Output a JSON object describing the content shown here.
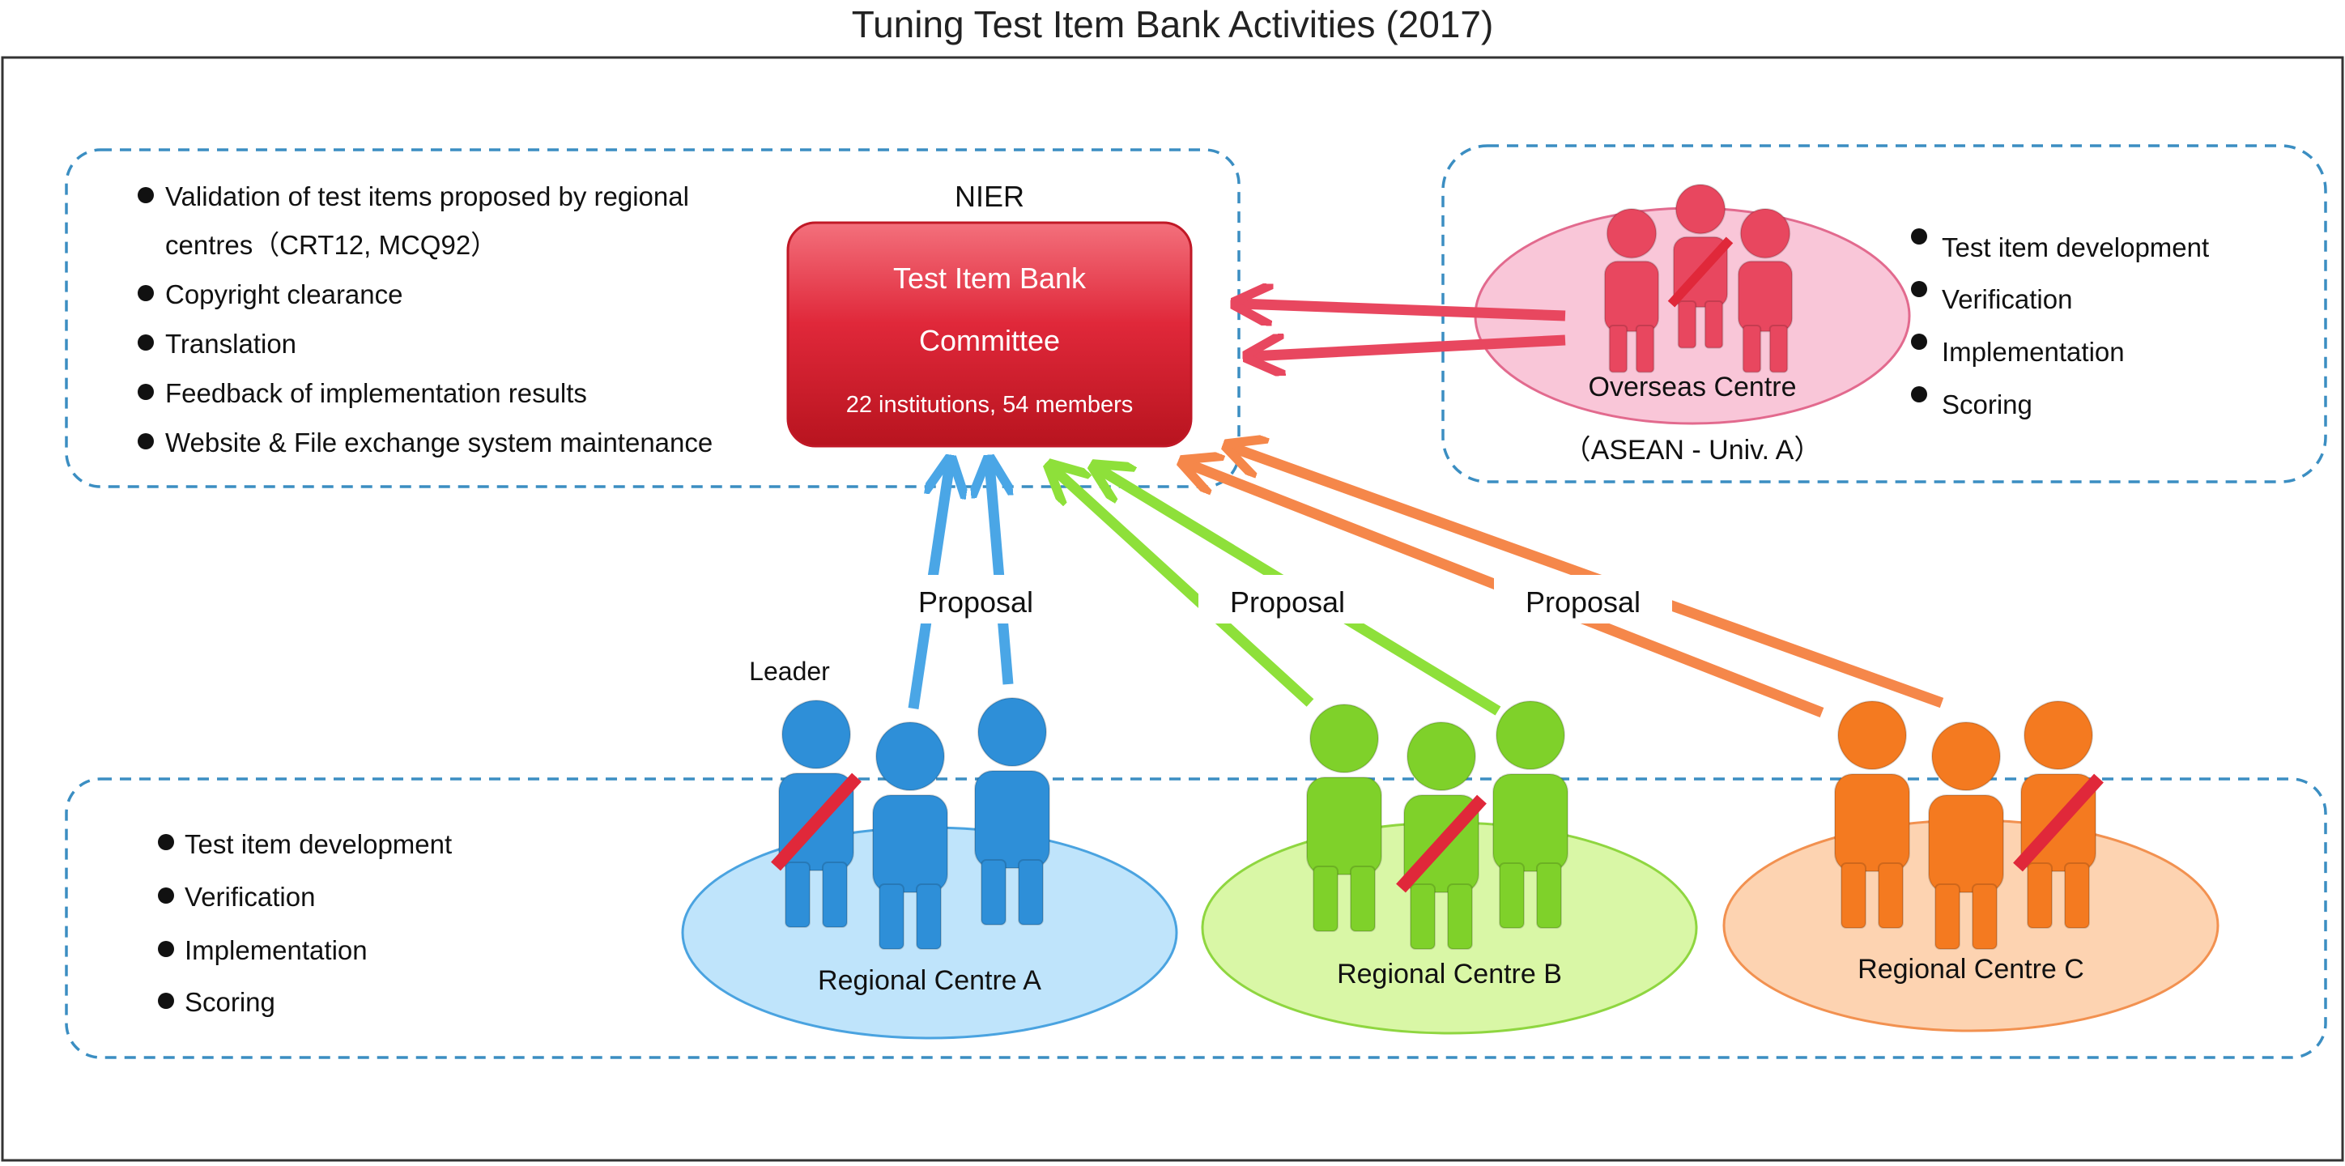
{
  "title": "Tuning Test Item Bank Activities (2017)",
  "nier": {
    "heading": "NIER",
    "committee_line1": "Test Item Bank",
    "committee_line2": "Committee",
    "committee_line3": "22 institutions, 54 members"
  },
  "nier_tasks": [
    "Validation of test items proposed by regional",
    "centres（CRT12, MCQ92）",
    "Copyright clearance",
    "Translation",
    "Feedback of implementation results",
    "Website & File exchange system maintenance"
  ],
  "overseas": {
    "label": "Overseas Centre",
    "sublabel": "（ASEAN - Univ. A）",
    "tasks": [
      "Test item development",
      "Verification",
      "Implementation",
      "Scoring"
    ]
  },
  "regional_tasks": [
    "Test item development",
    "Verification",
    "Implementation",
    "Scoring"
  ],
  "regional_centres": [
    {
      "label": "Regional Centre A",
      "color": "#2e8fd8",
      "ellipse_fill": "#bfe4fb",
      "ellipse_stroke": "#4aa3e0"
    },
    {
      "label": "Regional Centre B",
      "color": "#7fd12a",
      "ellipse_fill": "#d9f7a6",
      "ellipse_stroke": "#8fd640"
    },
    {
      "label": "Regional Centre C",
      "color": "#f47a20",
      "ellipse_fill": "#fdd3b1",
      "ellipse_stroke": "#f29150"
    }
  ],
  "leader_label": "Leader",
  "proposal_label": "Proposal",
  "colors": {
    "nier_box": "#e0283a",
    "overseas_people": "#e8475f",
    "overseas_ellipse": "#f9c6d8",
    "sash": "#e0283a",
    "dashed_border": "#3b8ec2"
  }
}
